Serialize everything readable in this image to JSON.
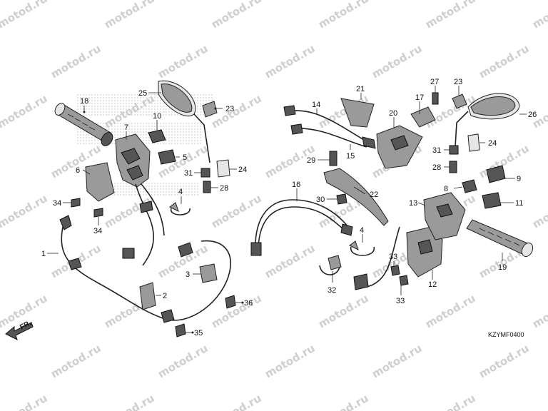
{
  "watermark": "motod.ru",
  "diagram_code": "KZYMF0400",
  "direction_label": "FR.",
  "callouts": {
    "c1": "1",
    "c2": "2",
    "c3": "3",
    "c4a": "4",
    "c4b": "4",
    "c5": "5",
    "c6": "6",
    "c7": "7",
    "c8": "8",
    "c9": "9",
    "c10": "10",
    "c11": "11",
    "c12": "12",
    "c13": "13",
    "c14": "14",
    "c15": "15",
    "c16": "16",
    "c17": "17",
    "c18": "18",
    "c19": "19",
    "c20": "20",
    "c21": "21",
    "c22": "22",
    "c23a": "23",
    "c23b": "23",
    "c24a": "24",
    "c24b": "24",
    "c25": "25",
    "c26": "26",
    "c27": "27",
    "c28a": "28",
    "c28b": "28",
    "c29": "29",
    "c30": "30",
    "c31a": "31",
    "c31b": "31",
    "c32": "32",
    "c33a": "33",
    "c33b": "33",
    "c34a": "34",
    "c34b": "34",
    "c35": "35",
    "c36": "36"
  }
}
